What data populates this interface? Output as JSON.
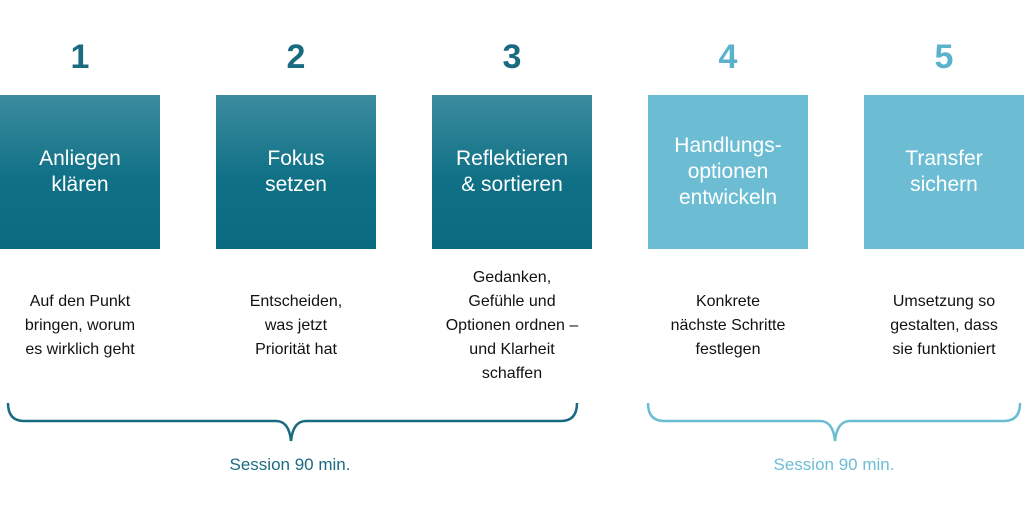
{
  "steps": [
    {
      "number": "1",
      "title": "Anliegen\nklären",
      "description": "Auf den Punkt\nbringen, worum\nes wirklich geht"
    },
    {
      "number": "2",
      "title": "Fokus\nsetzen",
      "description": "Entscheiden,\nwas jetzt\nPriorität hat"
    },
    {
      "number": "3",
      "title": "Reflektieren\n& sortieren",
      "description": "Gedanken,\nGefühle und\nOptionen ordnen –\nund Klarheit\nschaffen"
    },
    {
      "number": "4",
      "title": "Handlungs-\noptionen\nentwickeln",
      "description": "Konkrete\nnächste Schritte\nfestlegen"
    },
    {
      "number": "5",
      "title": "Transfer\nsichern",
      "description": "Umsetzung so\ngestalten, dass\nsie funktioniert"
    }
  ],
  "sessions": [
    {
      "label": "Session 90 min."
    },
    {
      "label": "Session 90 min."
    }
  ],
  "colors": {
    "dark_teal": "#0f7086",
    "light_teal": "#6cbdd4",
    "dark_text": "#1a6b82",
    "light_text": "#5ab2cc"
  }
}
